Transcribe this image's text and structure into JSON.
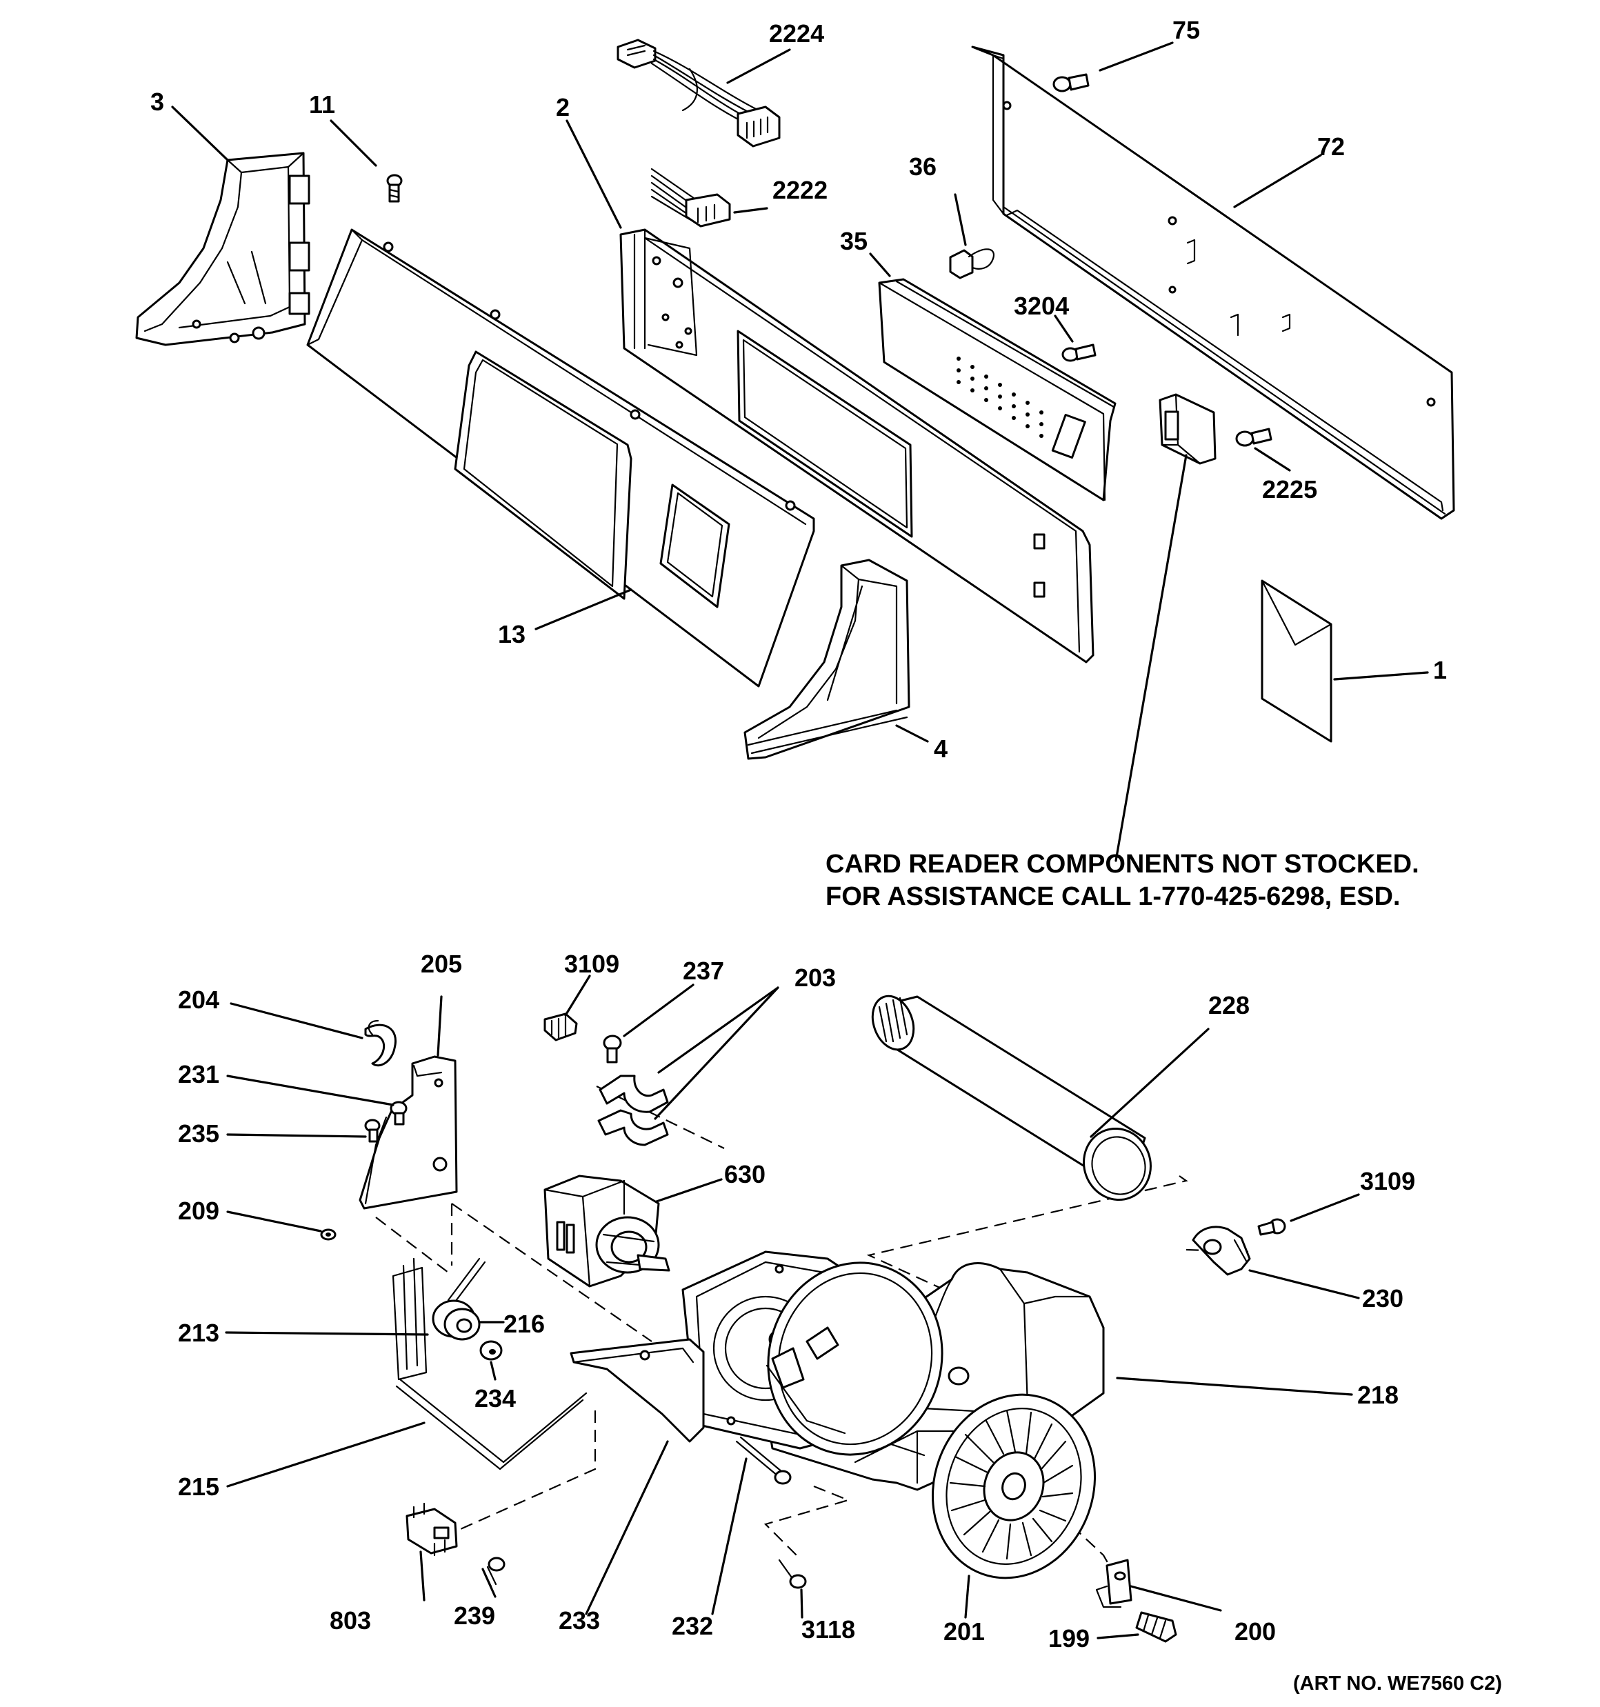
{
  "labels": {
    "p1": "1",
    "p2": "2",
    "p3": "3",
    "p4": "4",
    "p11": "11",
    "p13": "13",
    "p35": "35",
    "p36": "36",
    "p72": "72",
    "p75": "75",
    "p2222": "2222",
    "p2224": "2224",
    "p2225": "2225",
    "p3204": "3204",
    "p199": "199",
    "p200": "200",
    "p201": "201",
    "p203": "203",
    "p204": "204",
    "p205": "205",
    "p209": "209",
    "p213": "213",
    "p215": "215",
    "p216": "216",
    "p218": "218",
    "p228": "228",
    "p230": "230",
    "p231": "231",
    "p232": "232",
    "p233": "233",
    "p234": "234",
    "p235": "235",
    "p237": "237",
    "p239": "239",
    "p630": "630",
    "p803": "803",
    "p3109a": "3109",
    "p3109b": "3109",
    "p3118": "3118"
  },
  "note": {
    "line1": "CARD READER COMPONENTS NOT STOCKED.",
    "line2": "FOR ASSISTANCE CALL 1-770-425-6298, ESD."
  },
  "art_number": "(ART NO. WE7560 C2)"
}
